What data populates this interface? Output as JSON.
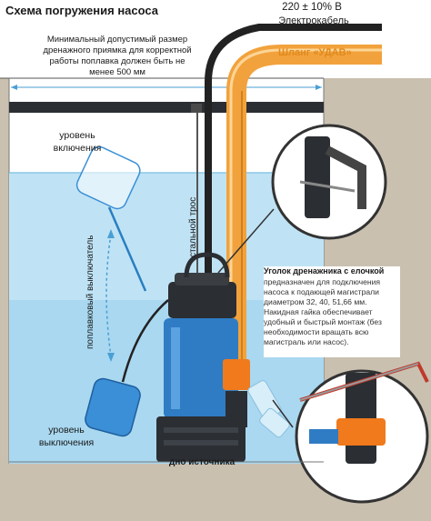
{
  "title": "Схема погружения насоса",
  "voltage": "220 ± 10% В",
  "cable_label": "Электрокабель",
  "hose_label": "Шланг «УДАВ»",
  "pit_note": "Минимальный допустимый размер дренажного приямка для корректной работы поплавка должен быть не менее 500 мм",
  "level_on": [
    "уровень",
    "включения"
  ],
  "level_off": [
    "уровень",
    "выключения"
  ],
  "steel_rope": "стальной трос",
  "float_switch": "поплавковый выключатель",
  "bottom": "дно источника",
  "fitting": {
    "title": "Уголок дренажника с елочкой",
    "text": "предназначен для подключения насоса к подающей магистрали диаметром 32, 40, 51,66 мм. Накидная гайка обеспечивает удобный и быстрый монтаж (без необходимости вращать всю магистраль или насос)."
  },
  "colors": {
    "water": "#bfe3f5",
    "water_deep": "#7cc3e8",
    "wall": "#c9c0b0",
    "pump_blue": "#2f7cc4",
    "pump_dark": "#2b2e33",
    "hose": "#f2a23c",
    "float_blue": "#3a8fd6"
  }
}
